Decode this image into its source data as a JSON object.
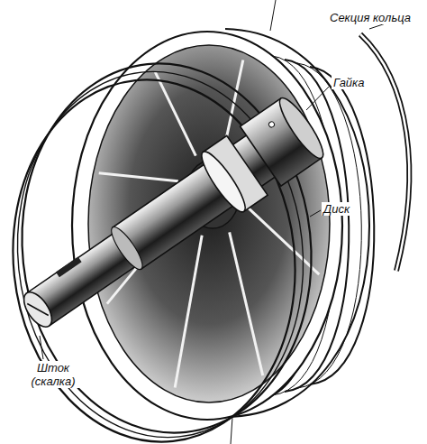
{
  "diagram": {
    "labels": [
      "Секция кольца",
      "Гайка",
      "Диск",
      "Шток (скалка)"
    ]
  }
}
